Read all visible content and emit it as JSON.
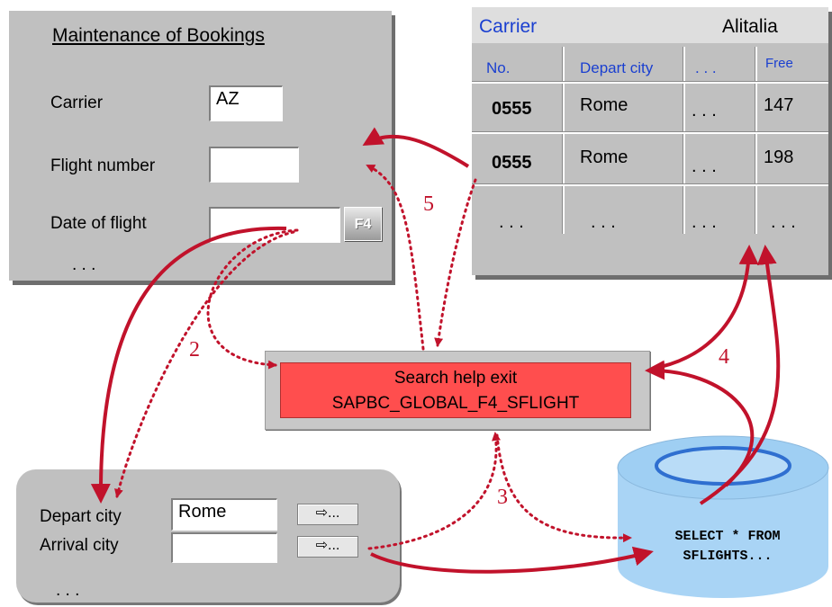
{
  "booking_panel": {
    "title": "Maintenance of Bookings",
    "carrier_label": "Carrier",
    "carrier_value": "AZ",
    "flight_number_label": "Flight number",
    "flight_number_value": "",
    "date_label": "Date of flight",
    "date_value": "",
    "f4_label": "F4",
    "ellipsis": ". . ."
  },
  "results_panel": {
    "carrier_label": "Carrier",
    "carrier_value": "Alitalia",
    "columns": [
      "No.",
      "Depart city",
      ". . .",
      "Free"
    ],
    "rows": [
      [
        "0555",
        "Rome",
        ". . .",
        "147"
      ],
      [
        "0555",
        "Rome",
        ". . .",
        "198"
      ],
      [
        ". . .",
        ". . .",
        ". . .",
        ". . ."
      ]
    ]
  },
  "search_help_exit": {
    "line1": "Search help exit",
    "line2": "SAPBC_GLOBAL_F4_SFLIGHT"
  },
  "dialog_panel": {
    "depart_label": "Depart city",
    "depart_value": "Rome",
    "arrival_label": "Arrival city",
    "arrival_value": "",
    "button_label": "⇨...",
    "ellipsis": ". . ."
  },
  "database": {
    "line1": "SELECT * FROM",
    "line2": "SFLIGHTS..."
  },
  "step_numbers": [
    "2",
    "3",
    "4",
    "5"
  ],
  "colors": {
    "arrow": "#c1122b",
    "exit_fill": "#ff4e4e",
    "db_fill": "#a9d4f5",
    "header_blue": "#1a3fd0",
    "panel_gray": "#c0c0c0"
  }
}
